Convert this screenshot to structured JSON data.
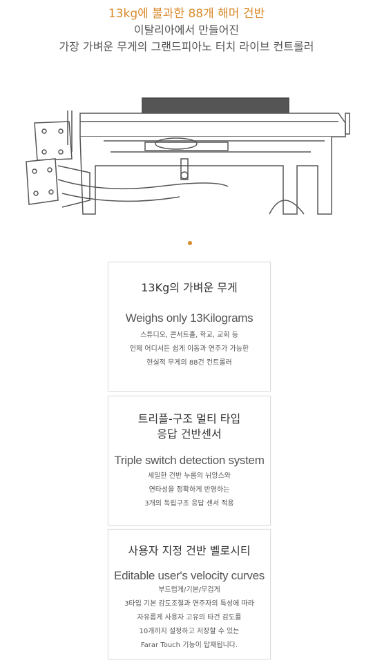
{
  "header": {
    "headline": "13kg에 불과한 88개 해머 건반",
    "subline1": "이탈리아에서 만들어진",
    "subline2": "가장 가벼운 무게의 그랜드피아노 터치 라이브 컨트롤러"
  },
  "colors": {
    "accent": "#d98a2b",
    "border": "#dcdcdc",
    "text": "#555555"
  },
  "cards": [
    {
      "title_lines": [
        "13Kg의 가벼운 무게"
      ],
      "subtitle": "Weighs only 13Kilograms",
      "body": [
        "스튜디오, 콘서트홀, 학교, 교회 등",
        "언제 어디서든 쉽게 이동과 연주가 가능한",
        "현실적 무게의 88건 컨트롤러"
      ]
    },
    {
      "title_lines": [
        "트리플-구조 멀티 타입",
        "응답 건반센서"
      ],
      "subtitle": "Triple switch detection system",
      "body": [
        "세밀한 건반 누름의 뉘앙스와",
        "연타성을 정확하게 반영하는",
        "3개의 독립구조 응답 센서 적용"
      ]
    },
    {
      "title_lines": [
        "사용자 지정 건반 벨로시티"
      ],
      "subtitle": "Editable user's velocity curves",
      "body": [
        "부드럽게/기본/무겁게",
        "3타입 기본 감도조절과 연주자의 특성에 따라",
        "자유롭게 사용자 고유의 타건 감도를",
        "10개까지 설정하고 저장할 수 있는",
        "Farar Touch 기능이 탑재됩니다."
      ]
    }
  ]
}
